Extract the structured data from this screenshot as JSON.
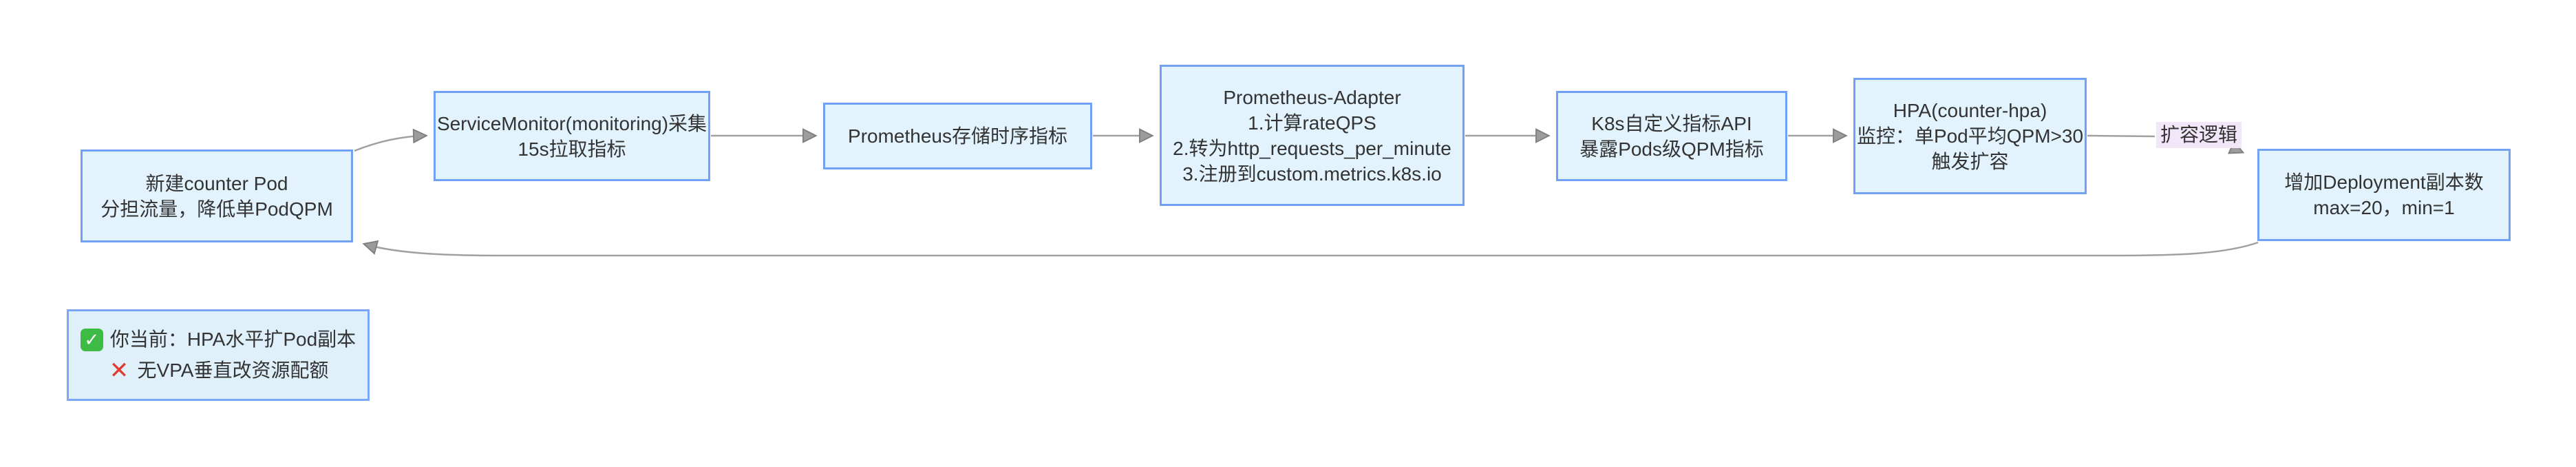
{
  "nodes": [
    {
      "name": "new-counter-pod",
      "lines": [
        "新建counter Pod",
        "分担流量，降低单PodQPM"
      ]
    },
    {
      "name": "servicemonitor",
      "lines": [
        "ServiceMonitor(monitoring)采集",
        "15s拉取指标"
      ]
    },
    {
      "name": "prometheus",
      "lines": [
        "Prometheus存储时序指标"
      ]
    },
    {
      "name": "prometheus-adapter",
      "lines": [
        "Prometheus-Adapter",
        "1.计算rateQPS",
        "2.转为http_requests_per_minute",
        "3.注册到custom.metrics.k8s.io"
      ]
    },
    {
      "name": "k8s-custom-metrics-api",
      "lines": [
        "K8s自定义指标API",
        "暴露Pods级QPM指标"
      ]
    },
    {
      "name": "hpa",
      "lines": [
        "HPA(counter-hpa)",
        "监控：单Pod平均QPM>30",
        "触发扩容"
      ]
    },
    {
      "name": "increase-deployment-replicas",
      "lines": [
        "增加Deployment副本数",
        "max=20，min=1"
      ]
    }
  ],
  "edges": {
    "scale_label": "扩容逻辑"
  },
  "note": {
    "check_glyph": "✓",
    "line1": "你当前：HPA水平扩Pod副本",
    "cross_glyph": "✕",
    "line2": "无VPA垂直改资源配额"
  },
  "colors": {
    "node_fill": "#e2f3fd",
    "node_border": "#70a1f4",
    "note_fill": "#dff0fb",
    "note_border": "#7aa7f8",
    "arrow": "#a0a0a0",
    "edge_label_bg": "#f2e6f9",
    "text": "#333333",
    "check_green": "#3dbb44",
    "cross_red": "#e23a2e"
  }
}
